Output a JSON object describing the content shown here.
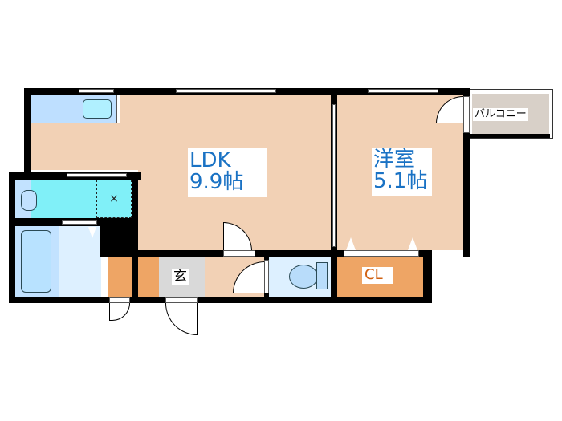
{
  "floorplan": {
    "rooms": {
      "ldk": {
        "name": "LDK",
        "size": "9.9帖"
      },
      "western": {
        "name": "洋室",
        "size": "5.1帖"
      },
      "closet": {
        "name": "CL"
      },
      "entrance": {
        "name": "玄"
      },
      "balcony": {
        "name": "バルコニー"
      }
    },
    "colors": {
      "floor": "#F2D1B5",
      "wet_area": "#C2E2FF",
      "kitchen_counter": "#BEDFFF",
      "sink": "#B0F0FF",
      "washroom": "#80F0F8",
      "bath_room": "#DDF0FF",
      "storage": "#EEA565",
      "entrance": "#D9D9D9",
      "balcony": "#D8D0C8",
      "wall": "#000000",
      "label_blue": "#1A72C4",
      "label_orange": "#D06010"
    }
  }
}
